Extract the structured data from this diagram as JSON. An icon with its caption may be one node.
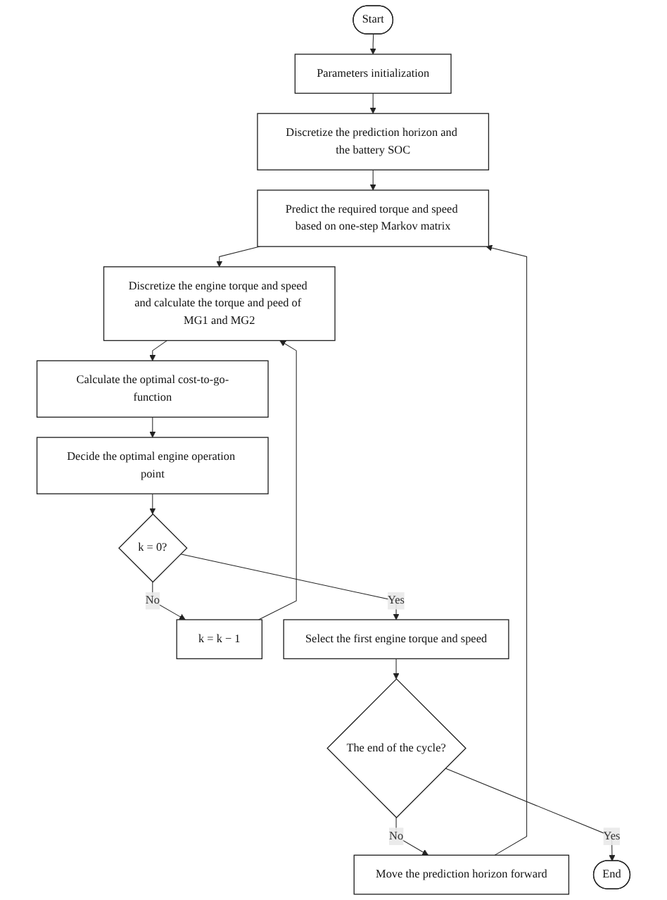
{
  "diagram": {
    "nodes": [
      {
        "text": [
          "Start"
        ]
      },
      {
        "text": [
          "Parameters initialization"
        ]
      },
      {
        "text": [
          "Discretize the prediction horizon and the battery SOC"
        ]
      },
      {
        "text": [
          "Predict the required torque and speed based on one-step Markov matrix"
        ]
      },
      {
        "text": [
          "Discretize the engine torque and speed and calculate the torque and peed of MG1 and MG2"
        ]
      },
      {
        "text": [
          "Calculate the optimal cost-to-go-function"
        ]
      },
      {
        "text": [
          "Decide the optimal engine operation point"
        ]
      },
      {
        "text": [
          "k = 0?"
        ]
      },
      {
        "text": [
          "k = k − 1"
        ]
      },
      {
        "text": [
          "Select the first engine torque and speed"
        ]
      },
      {
        "text": [
          "The end of the cycle?"
        ]
      },
      {
        "text": [
          "Move the prediction horizon forward"
        ]
      },
      {
        "text": [
          "End"
        ]
      }
    ],
    "edges": [
      {
        "from": 0,
        "to": 1,
        "arrow": "to"
      },
      {
        "from": 1,
        "to": 2,
        "arrow": "to"
      },
      {
        "from": 2,
        "to": 3,
        "arrow": "to"
      },
      {
        "from": 3,
        "to": 4,
        "arrow": "to"
      },
      {
        "from": 4,
        "to": 5,
        "arrow": "to"
      },
      {
        "from": 5,
        "to": 6,
        "arrow": "to"
      },
      {
        "from": 6,
        "to": 7,
        "arrow": "to"
      },
      {
        "from": 7,
        "to": 8,
        "arrow": "to",
        "label": "No"
      },
      {
        "from": 8,
        "to": 4,
        "arrow": "to"
      },
      {
        "from": 7,
        "to": 9,
        "arrow": "to",
        "label": "Yes"
      },
      {
        "from": 9,
        "to": 10,
        "arrow": "to"
      },
      {
        "from": 10,
        "to": 11,
        "arrow": "to",
        "label": "No"
      },
      {
        "from": 11,
        "to": 3,
        "arrow": "to"
      },
      {
        "from": 10,
        "to": 12,
        "arrow": "to",
        "label": "Yes"
      }
    ]
  }
}
